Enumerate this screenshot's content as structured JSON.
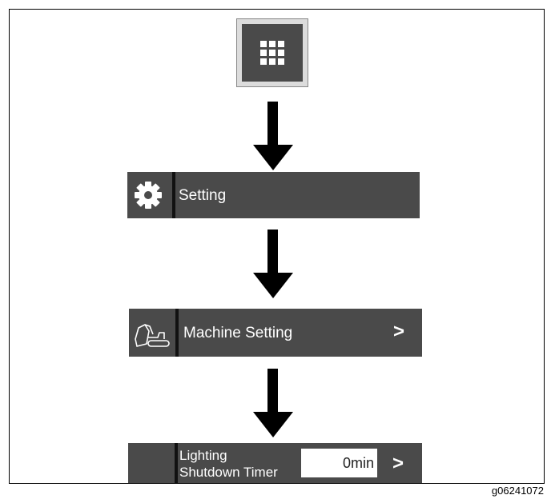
{
  "steps": {
    "menu_icon": "grid-menu-icon",
    "setting": {
      "icon": "gear-icon",
      "label": "Setting"
    },
    "machine_setting": {
      "icon": "excavator-icon",
      "label": "Machine Setting",
      "chevron": ">"
    },
    "lighting_timer": {
      "label_line1": "Lighting",
      "label_line2": "Shutdown Timer",
      "value": "0min",
      "chevron": ">"
    }
  },
  "figure_id": "g06241072",
  "colors": {
    "bar": "#4a4a4a",
    "text": "#ffffff",
    "arrow": "#000000"
  }
}
